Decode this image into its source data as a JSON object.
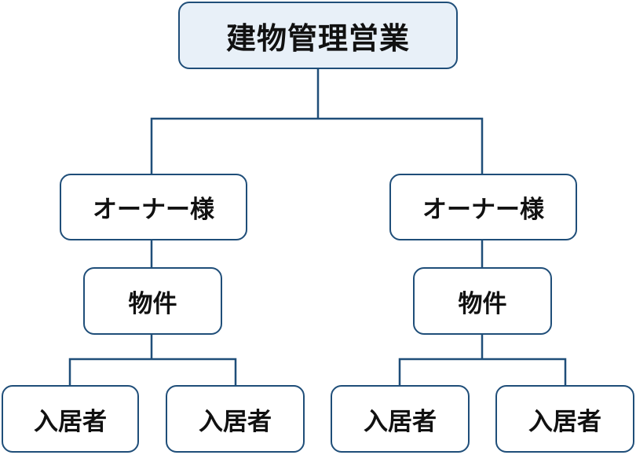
{
  "diagram": {
    "root": {
      "label": "建物管理営業"
    },
    "owners": [
      {
        "label": "オーナー様"
      },
      {
        "label": "オーナー様"
      }
    ],
    "properties": [
      {
        "label": "物件"
      },
      {
        "label": "物件"
      }
    ],
    "residents": [
      {
        "label": "入居者"
      },
      {
        "label": "入居者"
      },
      {
        "label": "入居者"
      },
      {
        "label": "入居者"
      }
    ],
    "colors": {
      "border": "#1f4e79",
      "root_fill": "#e8f0f8",
      "node_fill": "#ffffff",
      "text": "#111111"
    }
  }
}
